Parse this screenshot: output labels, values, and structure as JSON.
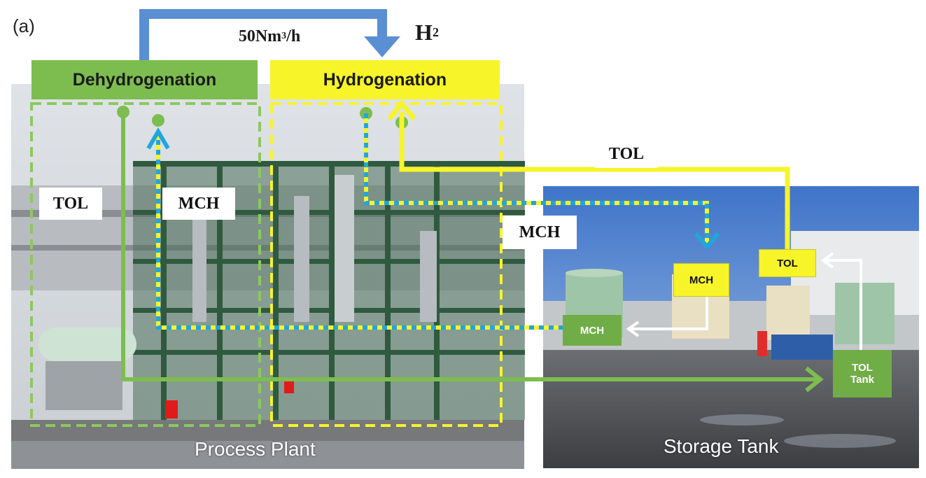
{
  "figure_label": "(a)",
  "flow_rate": {
    "value": "50Nm",
    "sup": "3",
    "unit": "/h"
  },
  "hydrogen": {
    "symbol": "H",
    "sub": "2"
  },
  "units": {
    "dehydrogenation": "Dehydrogenation",
    "hydrogenation": "Hydrogenation"
  },
  "labels": {
    "tol_left": "TOL",
    "mch_left": "MCH",
    "tol_top": "TOL",
    "mch_middle": "MCH",
    "mch_tank": "MCH",
    "mch_box": "MCH",
    "tol_box": "TOL",
    "tol_tank_line1": "TOL",
    "tol_tank_line2": "Tank"
  },
  "panels": {
    "process_plant": "Process Plant",
    "storage_tank": "Storage Tank"
  },
  "colors": {
    "green": "#7dbd4f",
    "yellow": "#f7f42a",
    "blue": "#5b8fd3",
    "cyan": "#21a6dc",
    "dark_green": "#70ad47"
  }
}
